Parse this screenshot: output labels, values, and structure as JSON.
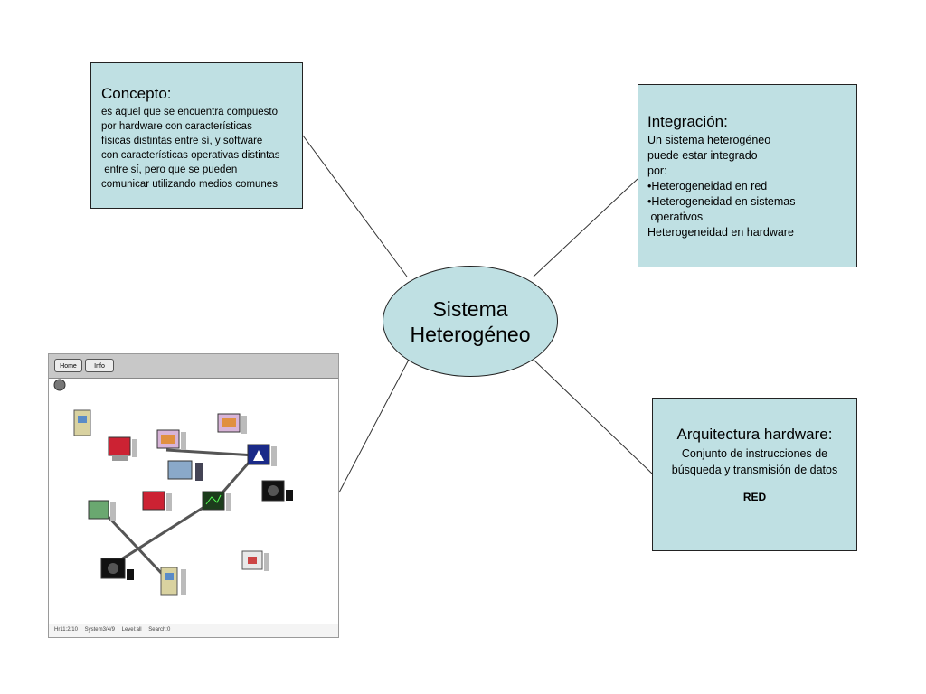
{
  "center": {
    "line1": "Sistema",
    "line2": "Heterogéneo"
  },
  "concepto": {
    "title": "Concepto:",
    "lines": [
      "es aquel que se encuentra compuesto",
      "por hardware con características",
      "físicas distintas entre sí, y software",
      "con características operativas distintas",
      " entre sí, pero que se pueden",
      "comunicar utilizando medios comunes"
    ]
  },
  "integracion": {
    "title": "Integración:",
    "lines": [
      "Un sistema heterogéneo",
      "puede estar integrado",
      "por:",
      "•Heterogeneidad en red",
      "•Heterogeneidad en sistemas",
      " operativos",
      "Heterogeneidad en hardware"
    ]
  },
  "arquitectura": {
    "title": "Arquitectura hardware:",
    "lines": [
      "Conjunto de instrucciones de",
      "búsqueda y transmisión de datos"
    ],
    "label": "RED"
  },
  "colors": {
    "box_fill": "#bfe0e3",
    "border": "#222222",
    "connector": "#333333"
  },
  "network_image": {
    "toolbar_buttons": [
      "Home",
      "Info"
    ],
    "status": [
      "Hr11:2/10",
      "System3/4/9",
      "Level:all",
      "Search:0"
    ],
    "icons": [
      "workstation-icon",
      "server-icon",
      "monitor-icon",
      "camera-icon"
    ]
  }
}
